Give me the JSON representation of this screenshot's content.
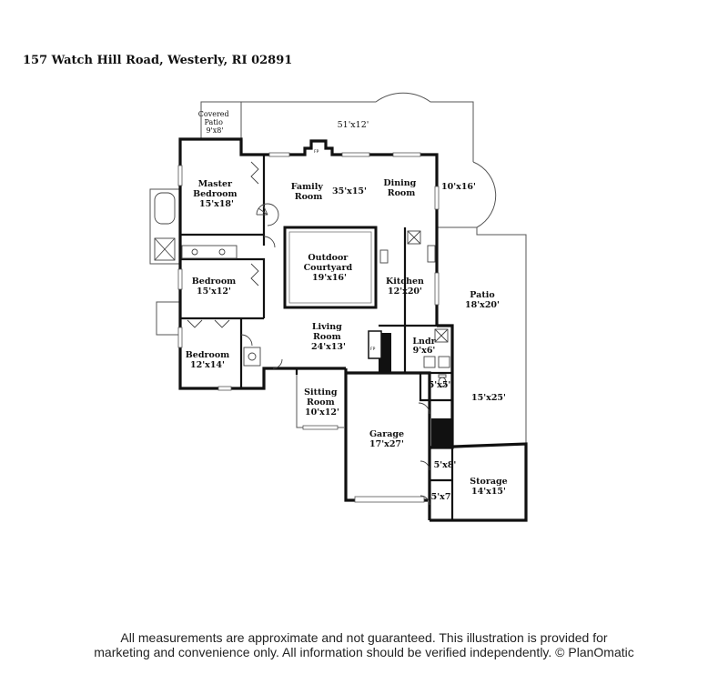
{
  "address": "157 Watch Hill Road, Westerly, RI 02891",
  "fireplace_marker": "FP",
  "rooms": {
    "covered_patio": {
      "name": "Covered\nPatio",
      "dims": "9'x8'"
    },
    "upper_terrace": {
      "name": "",
      "dims": "51'x12'"
    },
    "master_bedroom": {
      "name": "Master\nBedroom",
      "dims": "15'x18'"
    },
    "family_room": {
      "name": "Family\nRoom",
      "dims": ""
    },
    "family_dining_size": {
      "name": "",
      "dims": "35'x15'"
    },
    "dining_room": {
      "name": "Dining\nRoom",
      "dims": ""
    },
    "side_terrace": {
      "name": "",
      "dims": "10'x16'"
    },
    "outdoor_courtyard": {
      "name": "Outdoor\nCourtyard",
      "dims": "19'x16'"
    },
    "bedroom_2": {
      "name": "Bedroom",
      "dims": "15'x12'"
    },
    "kitchen": {
      "name": "Kitchen",
      "dims": "12'x20'"
    },
    "patio": {
      "name": "Patio",
      "dims": "18'x20'"
    },
    "living_room": {
      "name": "Living\nRoom",
      "dims": "24'x13'"
    },
    "laundry": {
      "name": "Lndr",
      "dims": "9'x6'"
    },
    "bedroom_3": {
      "name": "Bedroom",
      "dims": "12'x14'"
    },
    "hall_5x5": {
      "name": "",
      "dims": "5'x5'"
    },
    "sitting_room": {
      "name": "Sitting\nRoom",
      "dims": "10'x12'"
    },
    "lower_terrace": {
      "name": "",
      "dims": "15'x25'"
    },
    "garage": {
      "name": "Garage",
      "dims": "17'x27'"
    },
    "closet_5x8": {
      "name": "",
      "dims": "5'x8'"
    },
    "storage": {
      "name": "Storage",
      "dims": "14'x15'"
    },
    "closet_5x7": {
      "name": "",
      "dims": "5'x7'"
    }
  },
  "disclaimer": {
    "line1": "All measurements are approximate and not guaranteed. This illustration is provided for",
    "line2": "marketing and convenience only. All information should be verified independently. © PlanOmatic"
  }
}
